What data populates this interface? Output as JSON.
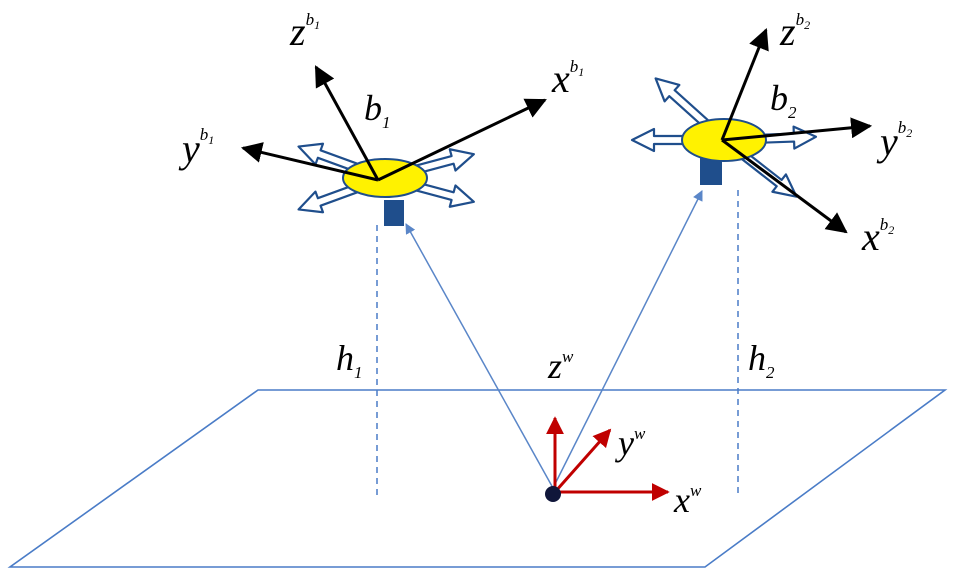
{
  "colors": {
    "plane_stroke": "#4a7cc7",
    "vector_stroke": "#5a86c8",
    "body_fill": "#fff200",
    "body_stroke": "#1f4e8c",
    "camera_fill": "#1f4e8c",
    "rotor_stroke": "#1f4e8c",
    "rotor_fill": "#ffffff",
    "body_axis": "#000000",
    "world_axis": "#c00000"
  },
  "drones": [
    {
      "id": "b1",
      "label": "b",
      "label_sub": "1",
      "axes": {
        "z": {
          "base": "z",
          "sup": "b",
          "sup_sub": "1"
        },
        "x": {
          "base": "x",
          "sup": "b",
          "sup_sub": "1"
        },
        "y": {
          "base": "y",
          "sup": "b",
          "sup_sub": "1"
        }
      },
      "height": {
        "base": "h",
        "sub": "1"
      }
    },
    {
      "id": "b2",
      "label": "b",
      "label_sub": "2",
      "axes": {
        "z": {
          "base": "z",
          "sup": "b",
          "sup_sub": "2"
        },
        "x": {
          "base": "x",
          "sup": "b",
          "sup_sub": "2"
        },
        "y": {
          "base": "y",
          "sup": "b",
          "sup_sub": "2"
        }
      },
      "height": {
        "base": "h",
        "sub": "2"
      }
    }
  ],
  "world": {
    "z": {
      "base": "z",
      "sup": "w"
    },
    "y": {
      "base": "y",
      "sup": "w"
    },
    "x": {
      "base": "x",
      "sup": "w"
    }
  }
}
